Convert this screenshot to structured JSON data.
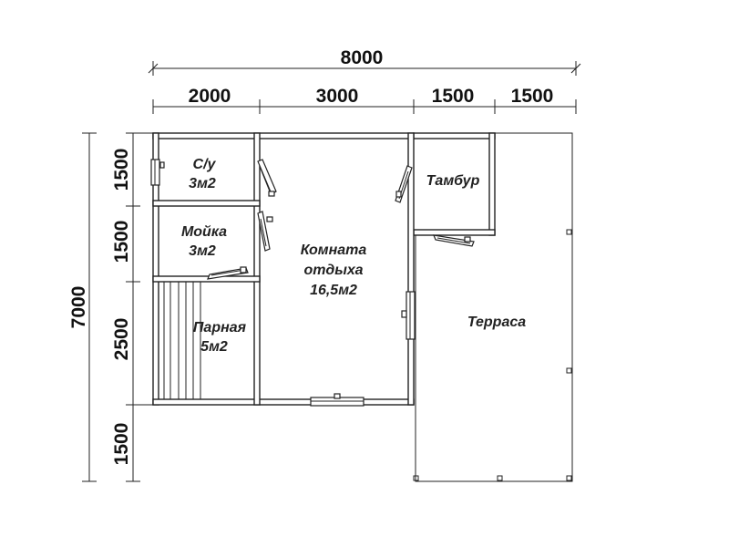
{
  "dimensions": {
    "total_width": "8000",
    "width_segments": [
      "2000",
      "3000",
      "1500",
      "1500"
    ],
    "total_height": "7000",
    "height_segments": [
      "1500",
      "1500",
      "2500",
      "1500"
    ]
  },
  "rooms": {
    "bathroom": {
      "name": "С/у",
      "area": "3м2"
    },
    "washroom": {
      "name": "Мойка",
      "area": "3м2"
    },
    "lounge": {
      "name": "Комната",
      "name2": "отдыха",
      "area": "16,5м2"
    },
    "vestibule": {
      "name": "Тамбур"
    },
    "steam_room": {
      "name": "Парная",
      "area": "5м2"
    },
    "terrace": {
      "name": "Терраса"
    }
  }
}
